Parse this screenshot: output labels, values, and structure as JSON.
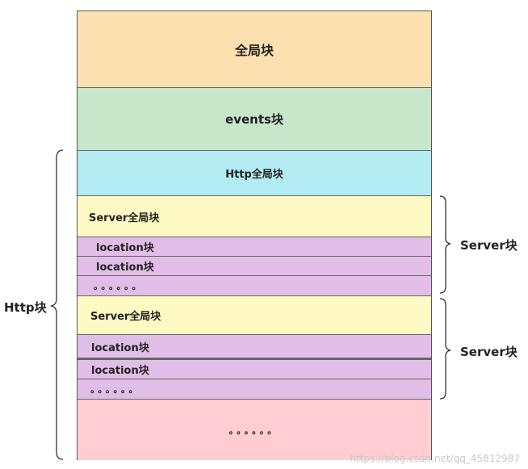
{
  "blocks": {
    "global": "全局块",
    "events": "events块",
    "http_global": "Http全局块",
    "server1_global": "Server全局块",
    "server1_location1": "location块",
    "server1_location2": "location块",
    "server1_ellipsis": "。。。。。。",
    "server2_global": "Server全局块",
    "server2_location1": "location块",
    "server2_location2": "location块",
    "server2_ellipsis": "。。。。。。",
    "http_ellipsis": "。。。。。。"
  },
  "braces": {
    "http": "Http块",
    "server1": "Server块",
    "server2": "Server块"
  },
  "colors": {
    "global": "#fde0b0",
    "events": "#c8e6c9",
    "http_global": "#b2ebf2",
    "server_global": "#fff9c4",
    "location": "#e1bee7",
    "http_tail": "#ffcdd2"
  },
  "watermark": "https://blog.csdn.net/qq_45812987"
}
